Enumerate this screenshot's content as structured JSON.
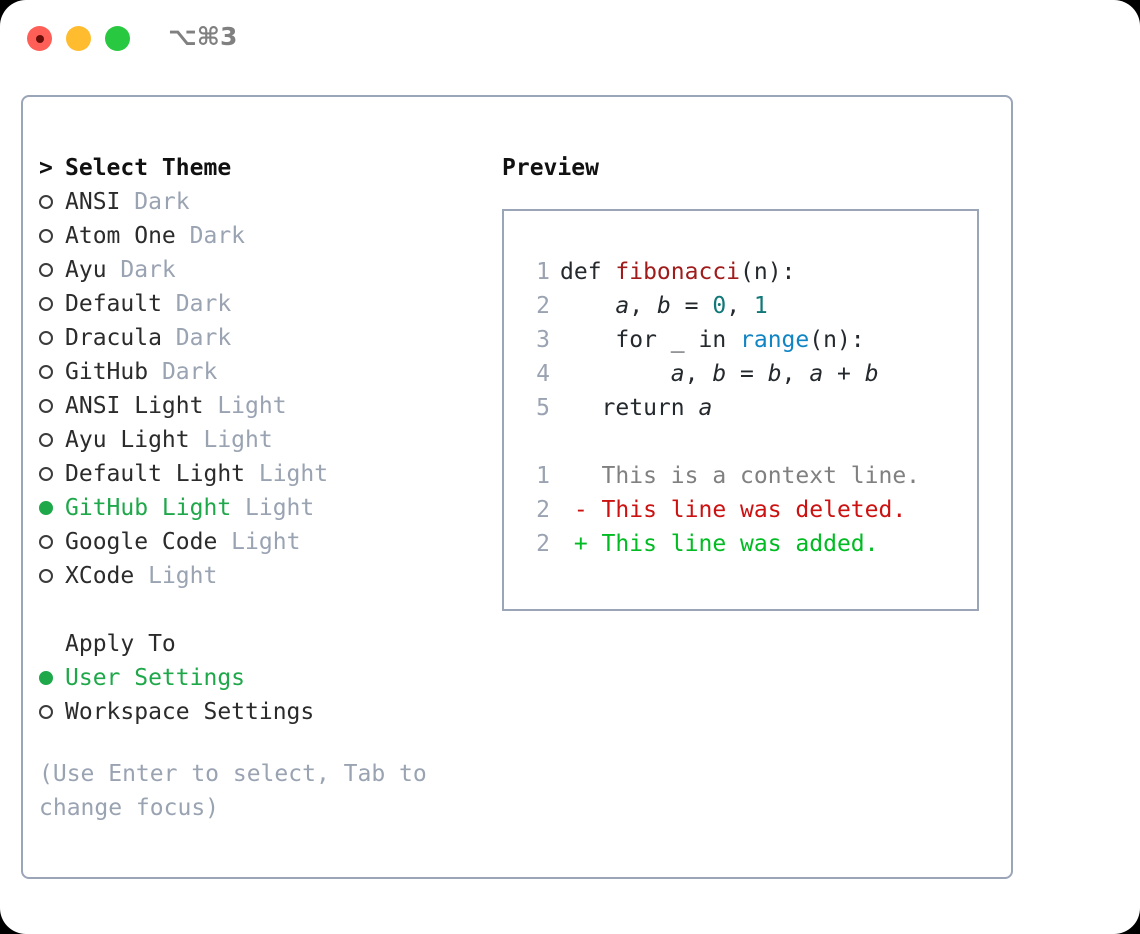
{
  "titlebar": {
    "shortcut": "⌥⌘3",
    "lights": [
      "close",
      "minimize",
      "maximize"
    ]
  },
  "theme_section": {
    "caret": ">",
    "heading": "Select Theme",
    "items": [
      {
        "marker": "○",
        "name": "ANSI",
        "suffix": " Dark",
        "selected": false
      },
      {
        "marker": "○",
        "name": "Atom One",
        "suffix": " Dark",
        "selected": false
      },
      {
        "marker": "○",
        "name": "Ayu",
        "suffix": " Dark",
        "selected": false
      },
      {
        "marker": "○",
        "name": "Default",
        "suffix": " Dark",
        "selected": false
      },
      {
        "marker": "○",
        "name": "Dracula",
        "suffix": " Dark",
        "selected": false
      },
      {
        "marker": "○",
        "name": "GitHub",
        "suffix": " Dark",
        "selected": false
      },
      {
        "marker": "○",
        "name": "ANSI Light",
        "suffix": " Light",
        "selected": false
      },
      {
        "marker": "○",
        "name": "Ayu Light",
        "suffix": " Light",
        "selected": false
      },
      {
        "marker": "○",
        "name": "Default Light",
        "suffix": " Light",
        "selected": false
      },
      {
        "marker": "●",
        "name": "GitHub Light",
        "suffix": " Light",
        "selected": true
      },
      {
        "marker": "○",
        "name": "Google Code",
        "suffix": " Light",
        "selected": false
      },
      {
        "marker": "○",
        "name": "XCode",
        "suffix": " Light",
        "selected": false
      }
    ]
  },
  "apply_section": {
    "heading": "Apply To",
    "items": [
      {
        "marker": "●",
        "name": "User Settings",
        "selected": true
      },
      {
        "marker": "○",
        "name": "Workspace Settings",
        "selected": false
      }
    ]
  },
  "hint": "(Use Enter to select, Tab to change focus)",
  "preview": {
    "title": "Preview",
    "code_lines": [
      {
        "ln": "1",
        "spans": [
          {
            "text": "def ",
            "cls": "tok-kw"
          },
          {
            "text": "fibonacci",
            "cls": "tok-fn"
          },
          {
            "text": "(n):",
            "cls": "tok-plain"
          }
        ]
      },
      {
        "ln": "2",
        "spans": [
          {
            "text": "    ",
            "cls": "tok-plain"
          },
          {
            "text": "a",
            "cls": "tok-var"
          },
          {
            "text": ", ",
            "cls": "tok-plain"
          },
          {
            "text": "b",
            "cls": "tok-var"
          },
          {
            "text": " = ",
            "cls": "tok-plain"
          },
          {
            "text": "0",
            "cls": "tok-num"
          },
          {
            "text": ", ",
            "cls": "tok-plain"
          },
          {
            "text": "1",
            "cls": "tok-num"
          }
        ]
      },
      {
        "ln": "3",
        "spans": [
          {
            "text": "    for _ in ",
            "cls": "tok-kw"
          },
          {
            "text": "range",
            "cls": "tok-call"
          },
          {
            "text": "(n):",
            "cls": "tok-plain"
          }
        ]
      },
      {
        "ln": "4",
        "spans": [
          {
            "text": "        ",
            "cls": "tok-plain"
          },
          {
            "text": "a",
            "cls": "tok-var"
          },
          {
            "text": ", ",
            "cls": "tok-plain"
          },
          {
            "text": "b",
            "cls": "tok-var"
          },
          {
            "text": " = ",
            "cls": "tok-plain"
          },
          {
            "text": "b",
            "cls": "tok-var"
          },
          {
            "text": ", ",
            "cls": "tok-plain"
          },
          {
            "text": "a",
            "cls": "tok-var"
          },
          {
            "text": " + ",
            "cls": "tok-plain"
          },
          {
            "text": "b",
            "cls": "tok-var"
          }
        ]
      },
      {
        "ln": "5",
        "spans": [
          {
            "text": "   return ",
            "cls": "tok-kw"
          },
          {
            "text": "a",
            "cls": "tok-var"
          }
        ]
      }
    ],
    "diff_lines": [
      {
        "ln": "1",
        "spans": [
          {
            "text": "   This is a context line.",
            "cls": "diff-ctx"
          }
        ]
      },
      {
        "ln": "2",
        "spans": [
          {
            "text": " - This line was deleted.",
            "cls": "diff-del"
          }
        ]
      },
      {
        "ln": "2",
        "spans": [
          {
            "text": " + This line was added.",
            "cls": "diff-add"
          }
        ]
      }
    ]
  },
  "colors": {
    "accent_green": "#1fa84a",
    "border": "#9aa5b8",
    "muted": "#9aa3b2",
    "diff_add": "#00bb22",
    "diff_del": "#cc1111",
    "light_red": "#ff5f57",
    "light_amber": "#febc2e",
    "light_green": "#28c840"
  }
}
